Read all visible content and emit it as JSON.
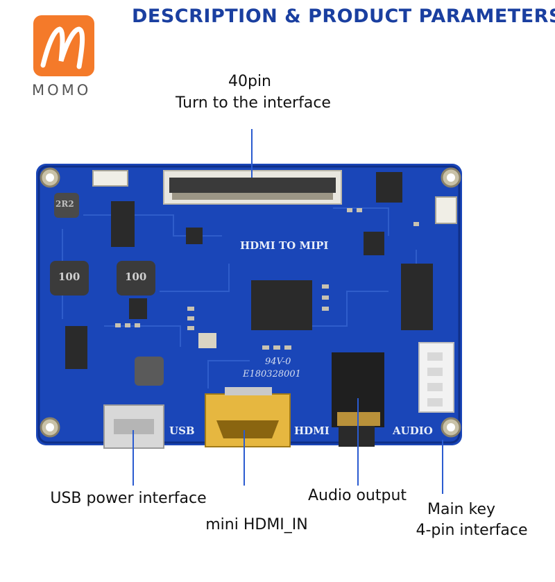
{
  "header": {
    "title": "DESCRIPTION & PRODUCT PARAMETERS"
  },
  "logo": {
    "text": "MOMO",
    "color": "#f47a2a"
  },
  "board": {
    "title": "HDMI TO MIPI",
    "silk_line1": "94V-0",
    "silk_line2": "E180328001",
    "port_usb": "USB",
    "port_hdmi": "HDMI",
    "port_audio": "AUDIO",
    "inductor1": "100",
    "inductor2": "100",
    "inductor3": "2R2",
    "color": "#1a46b8"
  },
  "callouts": {
    "top_line1": "40pin",
    "top_line2": "Turn to the interface",
    "usb": "USB power interface",
    "hdmi": "mini HDMI_IN",
    "audio": "Audio output",
    "key_line1": "Main key",
    "key_line2": "4-pin interface"
  },
  "colors": {
    "leader": "#2a5bd0",
    "header": "#1a3fa0"
  }
}
